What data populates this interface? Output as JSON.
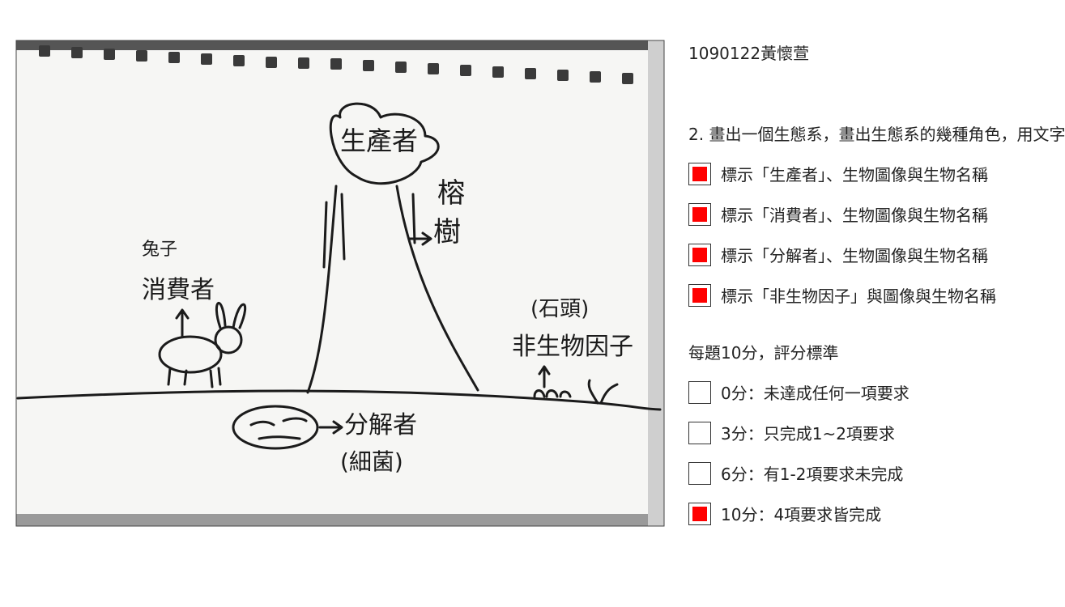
{
  "student_id": "1090122黃懷萱",
  "question": "2. 畫出一個生態系，畫出生態系的幾種角色，用文字",
  "requirements": [
    {
      "label": "標示「生產者」、生物圖像與生物名稱",
      "checked": true
    },
    {
      "label": "標示「消費者」、生物圖像與生物名稱",
      "checked": true
    },
    {
      "label": "標示「分解者」、生物圖像與生物名稱",
      "checked": true
    },
    {
      "label": "標示「非生物因子」與圖像與生物名稱",
      "checked": true
    }
  ],
  "scoring_title": "每題10分，評分標準",
  "scores": [
    {
      "label": "0分：未達成任何一項要求",
      "checked": false
    },
    {
      "label": "3分：只完成1~2項要求",
      "checked": false
    },
    {
      "label": "6分：有1-2項要求未完成",
      "checked": false
    },
    {
      "label": "10分：4項要求皆完成",
      "checked": true
    }
  ],
  "drawing": {
    "producer_label": "生產者",
    "tree_name": "榕樹",
    "consumer_name": "兔子",
    "consumer_label": "消費者",
    "decomposer_label": "分解者",
    "decomposer_name": "(細菌)",
    "abiotic_name": "(石頭)",
    "abiotic_label": "非生物因子"
  }
}
